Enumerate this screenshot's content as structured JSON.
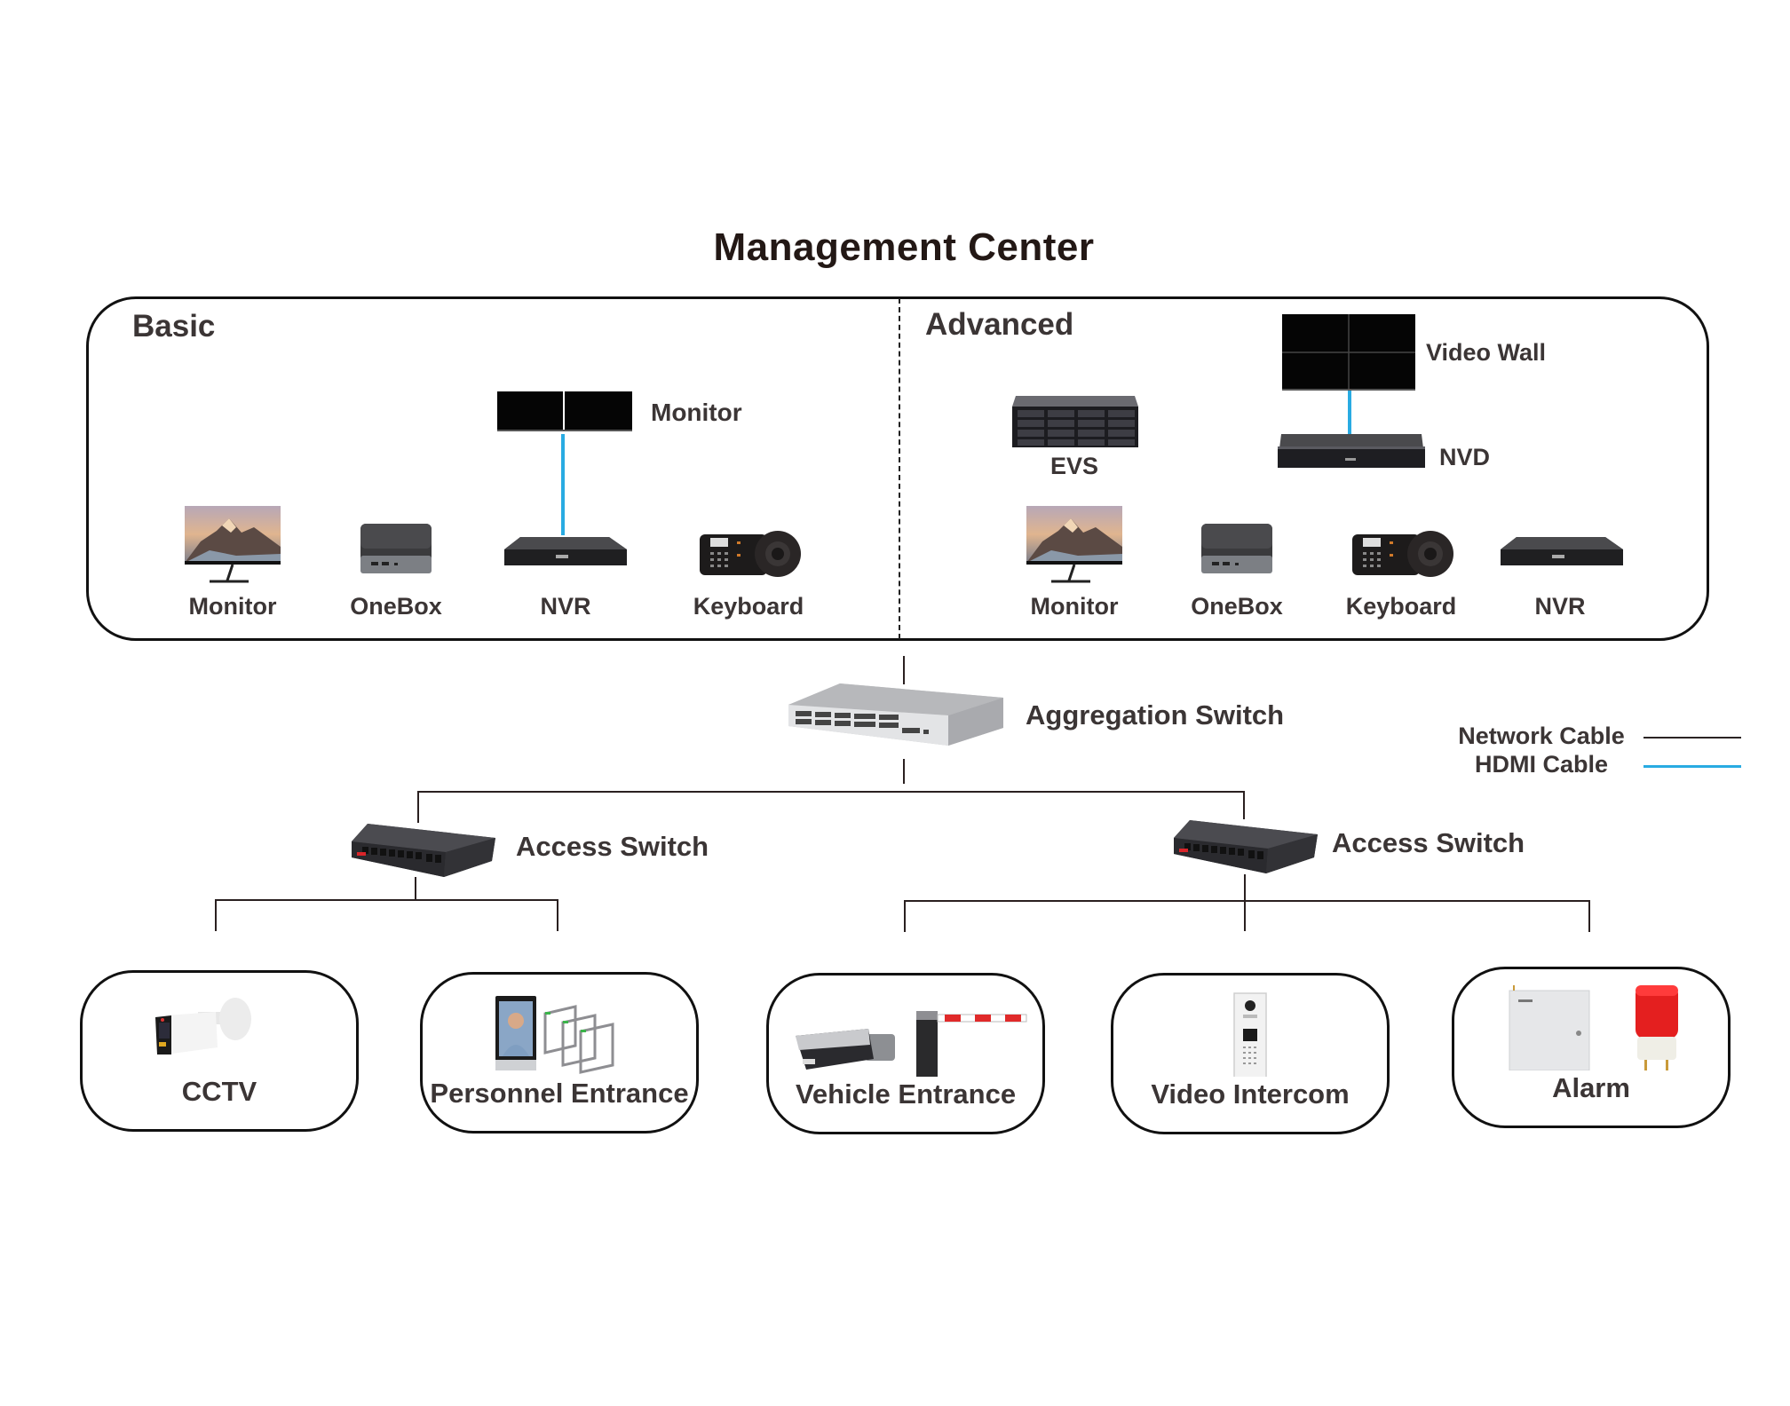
{
  "title": "Management Center",
  "management_center": {
    "basic": {
      "label": "Basic",
      "display": {
        "label": "Monitor",
        "icon": "dual-monitor-display-icon"
      },
      "devices": [
        {
          "label": "Monitor",
          "icon": "monitor-icon"
        },
        {
          "label": "OneBox",
          "icon": "onebox-icon"
        },
        {
          "label": "NVR",
          "icon": "nvr-icon"
        },
        {
          "label": "Keyboard",
          "icon": "keyboard-icon"
        }
      ]
    },
    "advanced": {
      "label": "Advanced",
      "video_wall": {
        "label": "Video Wall",
        "icon": "video-wall-icon"
      },
      "nvd": {
        "label": "NVD",
        "icon": "nvd-icon"
      },
      "evs": {
        "label": "EVS",
        "icon": "evs-storage-icon"
      },
      "devices": [
        {
          "label": "Monitor",
          "icon": "monitor-icon"
        },
        {
          "label": "OneBox",
          "icon": "onebox-icon"
        },
        {
          "label": "Keyboard",
          "icon": "keyboard-icon"
        },
        {
          "label": "NVR",
          "icon": "nvr-icon"
        }
      ]
    }
  },
  "aggregation_switch": {
    "label": "Aggregation Switch",
    "icon": "aggregation-switch-icon"
  },
  "access_switches": [
    {
      "label": "Access Switch",
      "icon": "access-switch-icon"
    },
    {
      "label": "Access Switch",
      "icon": "access-switch-icon"
    }
  ],
  "endpoints": [
    {
      "label": "CCTV",
      "icon": "bullet-camera-icon"
    },
    {
      "label": "Personnel Entrance",
      "icon": "face-terminal-turnstile-icon"
    },
    {
      "label": "Vehicle Entrance",
      "icon": "anpr-camera-barrier-icon"
    },
    {
      "label": "Video Intercom",
      "icon": "door-station-icon"
    },
    {
      "label": "Alarm",
      "icon": "alarm-panel-siren-icon"
    }
  ],
  "legend": {
    "items": [
      {
        "label": "Network Cable",
        "color": "#2b2424"
      },
      {
        "label": "HDMI Cable",
        "color": "#29abe2"
      }
    ]
  },
  "colors": {
    "network_cable": "#2b2424",
    "hdmi_cable": "#29abe2",
    "text": "#3b3535",
    "title": "#231815"
  }
}
